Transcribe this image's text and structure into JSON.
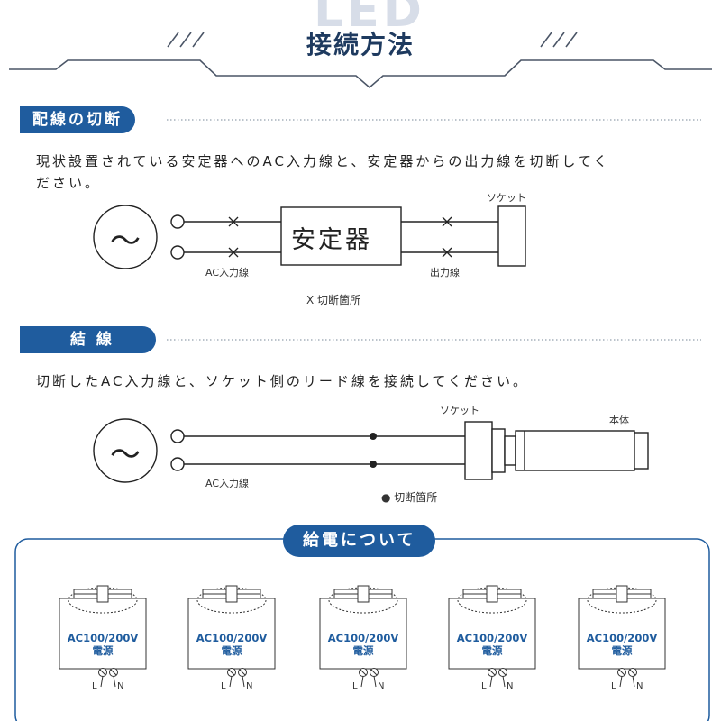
{
  "header": {
    "watermark": "LED",
    "title": "接続方法"
  },
  "section1": {
    "label": "配線の切断",
    "instruction_line1": "現状設置されている安定器へのAC入力線と、安定器からの出力線を切断してく",
    "instruction_line2": "ださい。",
    "ballast_label": "安定器",
    "socket_label": "ソケット",
    "ac_input_label": "AC入力線",
    "output_label": "出力線",
    "cut_legend": "X 切断箇所",
    "sine_symbol": "〜"
  },
  "section2": {
    "label": "結 線",
    "instruction": "切断したAC入力線と、ソケット側のリード線を接続してください。",
    "socket_label": "ソケット",
    "body_label": "本体",
    "ac_input_label": "AC入力線",
    "cut_legend": "● 切断箇所",
    "sine_symbol": "〜"
  },
  "section3": {
    "label": "給電について",
    "fixtures": [
      {
        "power": "AC100/200V",
        "source": "電源",
        "l": "L",
        "n": "N"
      },
      {
        "power": "AC100/200V",
        "source": "電源",
        "l": "L",
        "n": "N"
      },
      {
        "power": "AC100/200V",
        "source": "電源",
        "l": "L",
        "n": "N"
      },
      {
        "power": "AC100/200V",
        "source": "電源",
        "l": "L",
        "n": "N"
      },
      {
        "power": "AC100/200V",
        "source": "電源",
        "l": "L",
        "n": "N"
      }
    ]
  },
  "colors": {
    "accent": "#1f5c9e",
    "title": "#1e3a5f",
    "line": "#222222"
  },
  "icons": [
    "sine-wave-icon",
    "cut-cross-icon",
    "connection-dot-icon",
    "terminal-screw-icon",
    "power-lamp-icon"
  ]
}
